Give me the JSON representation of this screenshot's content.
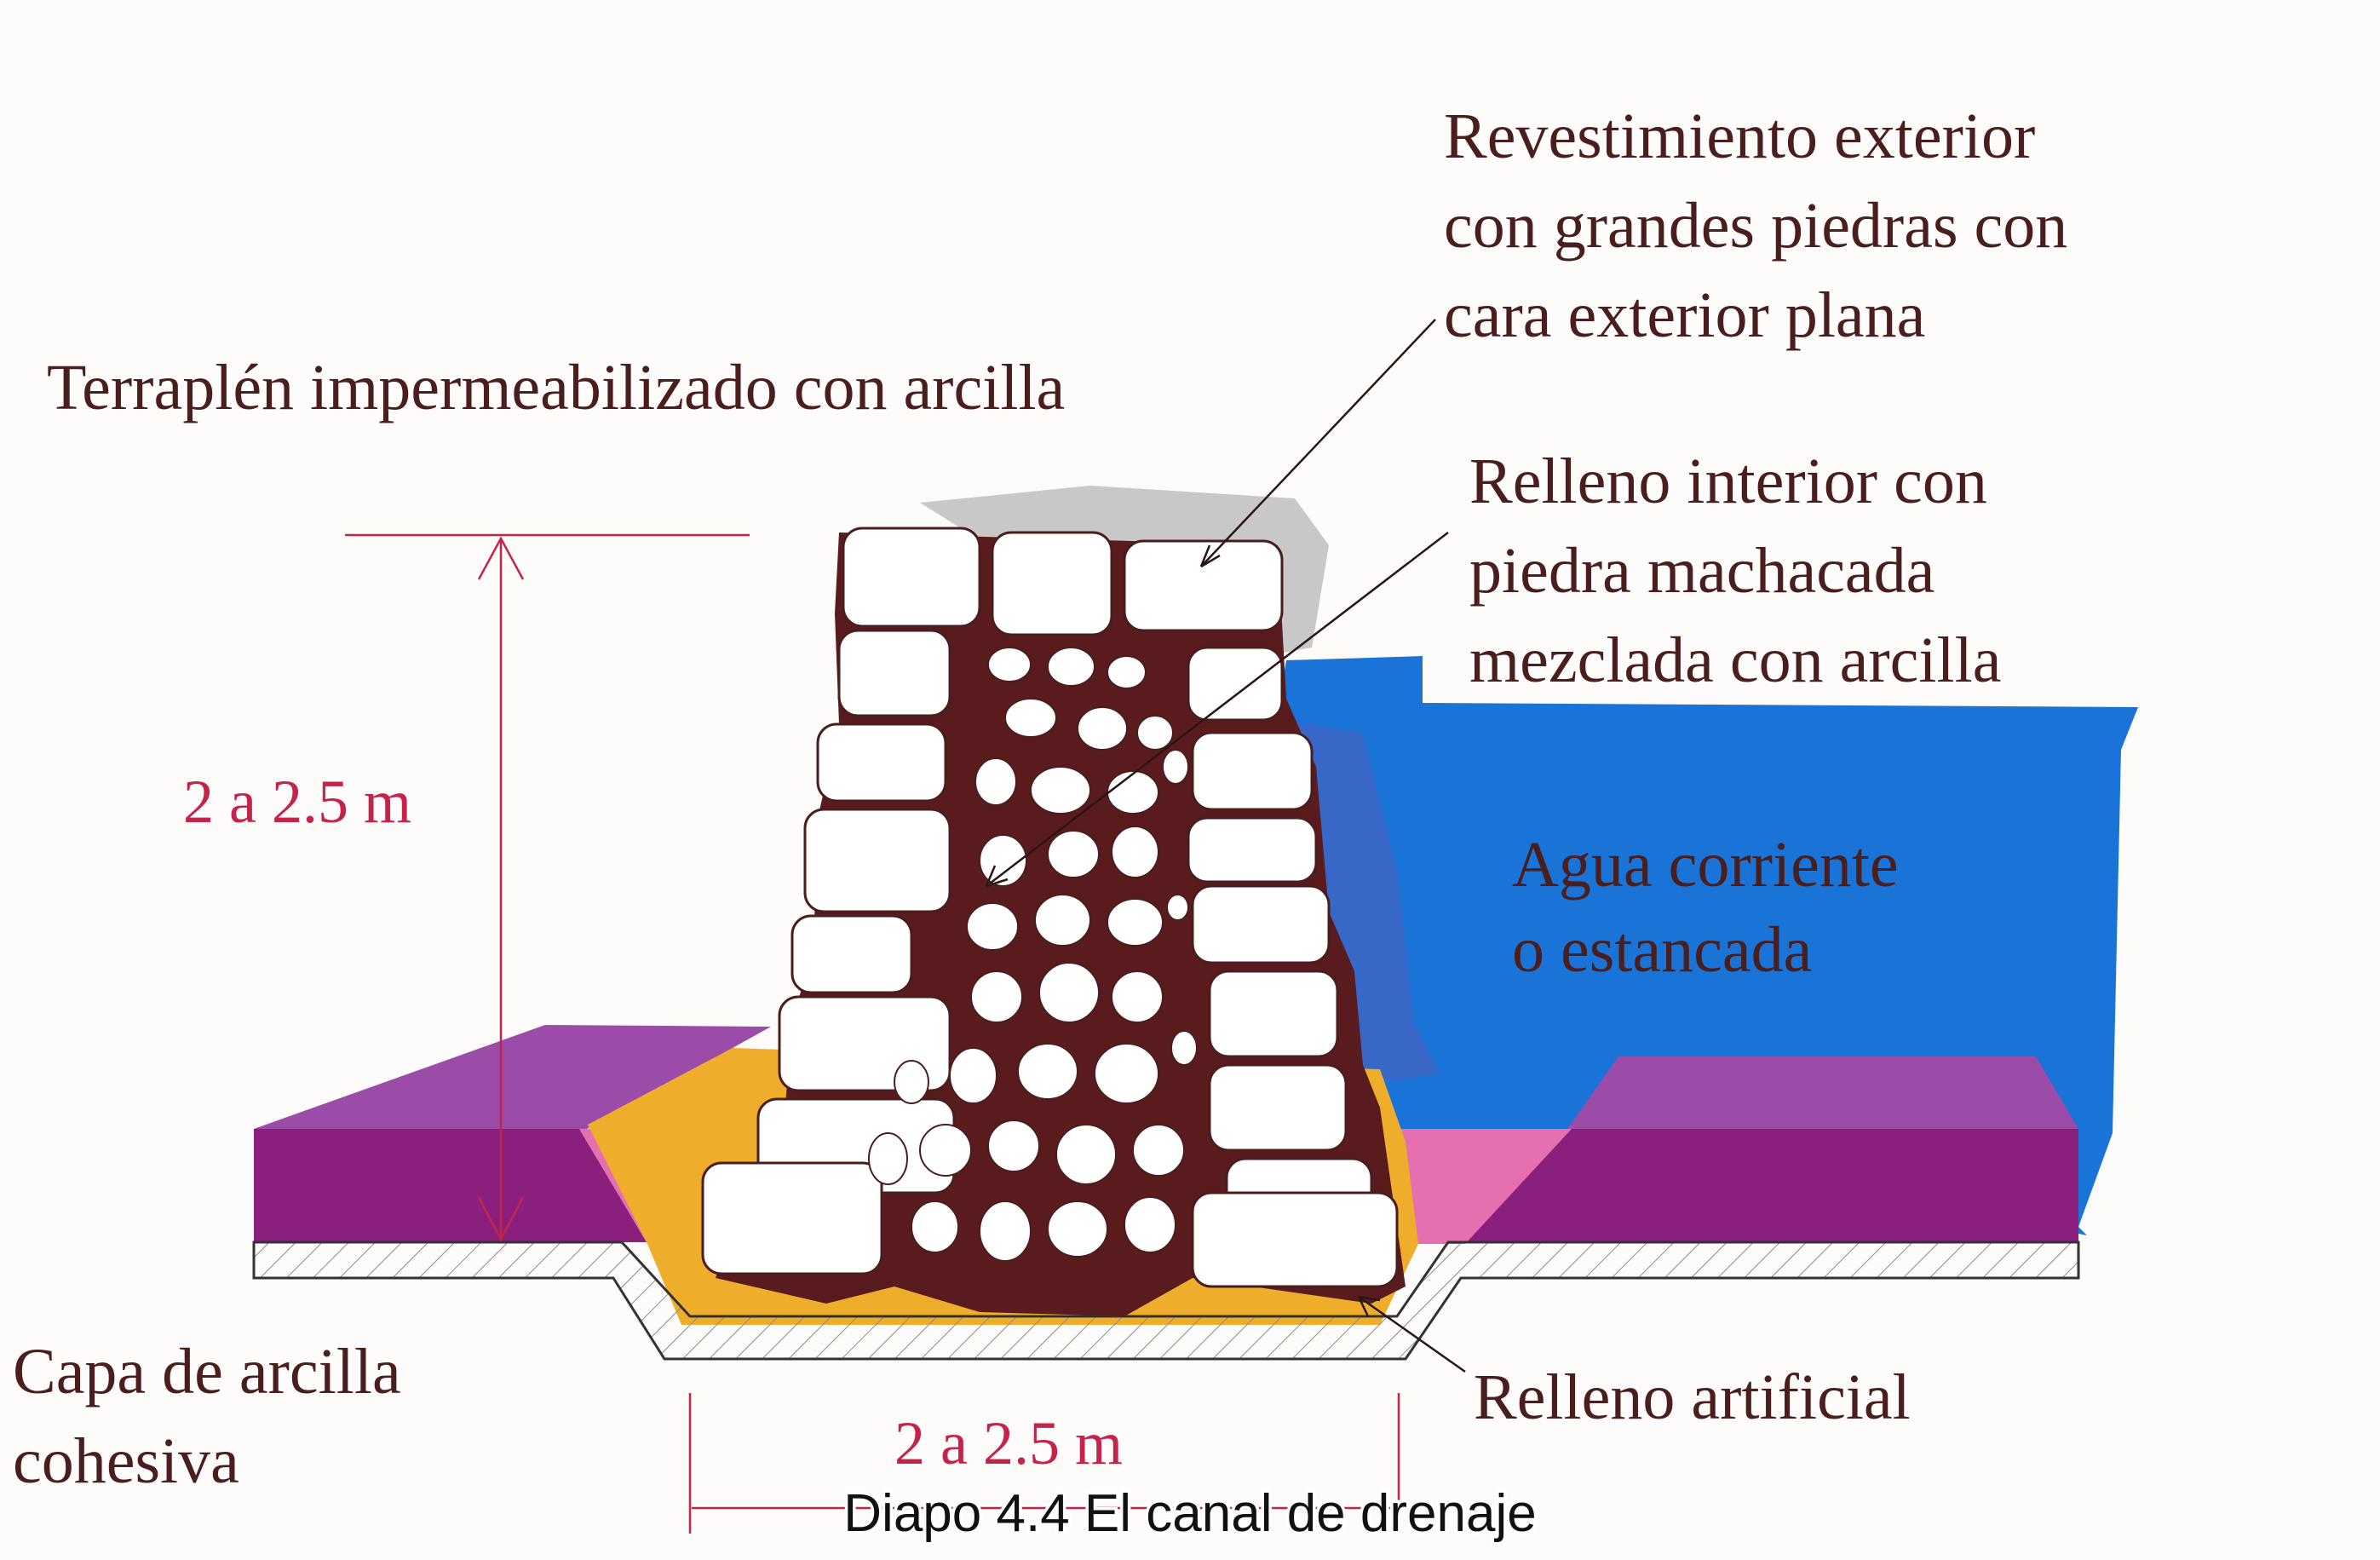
{
  "labels": {
    "revestimiento": [
      "Revestimiento exterior",
      "con grandes piedras con",
      "cara exterior plana"
    ],
    "terraplen": "Terraplén impermeabilizado con arcilla",
    "relleno_interior": [
      "Relleno interior con",
      "piedra machacada",
      "mezclada con arcilla"
    ],
    "agua": [
      "Agua corriente",
      "o estancada"
    ],
    "capa": [
      "Capa de arcilla",
      "cohesiva"
    ],
    "relleno_artificial": "Relleno artificial",
    "height_dim": "2 a 2.5 m",
    "width_dim": "2 a 2.5 m"
  },
  "caption": "Diapo 4.4 El canal de drenaje",
  "colors": {
    "text": "#4a1e1c",
    "dimension": "#c4244a",
    "water": "#1a73d6",
    "water_dark": "#3d66c4",
    "clay_layer": "#8a1f7e",
    "clay_top": "#9b4ca8",
    "pink": "#e66fb0",
    "fill_orange": "#efad2c",
    "gray_earth": "#c8c8c8",
    "mortar": "#5a1b1e",
    "stone": "#ffffff"
  }
}
